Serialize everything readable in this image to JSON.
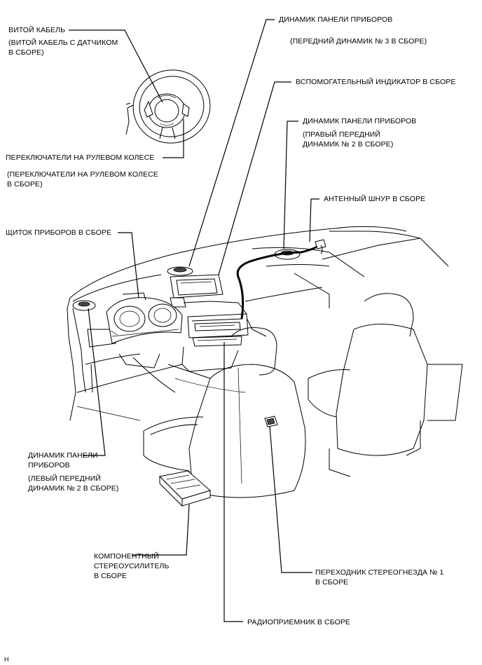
{
  "labels": {
    "spiral_cable": "ВИТОЙ КАБЕЛЬ",
    "spiral_cable_sub1": "(ВИТОЙ КАБЕЛЬ С ДАТЧИКОМ",
    "spiral_cable_sub2": "В СБОРЕ)",
    "steering_switch": "ПЕРЕКЛЮЧАТЕЛИ НА РУЛЕВОМ КОЛЕСЕ",
    "steering_switch_sub1": "(ПЕРЕКЛЮЧАТЕЛИ НА РУЛЕВОМ КОЛЕСЕ",
    "steering_switch_sub2": "В СБОРЕ)",
    "center_speaker": "ДИНАМИК ПАНЕЛИ ПРИБОРОВ",
    "center_speaker_sub": "(ПЕРЕДНИЙ ДИНАМИК № 3 В СБОРЕ)",
    "aux_display": "ВСПОМОГАТЕЛЬНЫЙ ИНДИКАТОР В СБОРЕ",
    "right_speaker": "ДИНАМИК ПАНЕЛИ ПРИБОРОВ",
    "right_speaker_sub1": "(ПРАВЫЙ ПЕРЕДНИЙ",
    "right_speaker_sub2": "ДИНАМИК № 2 В СБОРЕ)",
    "antenna_cord": "АНТЕННЫЙ ШНУР В СБОРЕ",
    "meter": "ЩИТОК ПРИБОРОВ В СБОРЕ",
    "left_speaker1": "ДИНАМИК ПАНЕЛИ",
    "left_speaker2": "ПРИБОРОВ",
    "left_speaker_sub1": "(ЛЕВЫЙ ПЕРЕДНИЙ",
    "left_speaker_sub2": "ДИНАМИК № 2 В СБОРЕ)",
    "amplifier1": "КОМПОНЕНТНЫЙ",
    "amplifier2": "СТЕРЕОУСИЛИТЕЛЬ",
    "amplifier3": "В СБОРЕ",
    "jack_adapter1": "ПЕРЕХОДНИК СТЕРЕОГНЕЗДА № 1",
    "jack_adapter2": "В СБОРЕ",
    "radio_receiver": "РАДИОПРИЕМНИК В СБОРЕ",
    "corner_mark": "H"
  }
}
